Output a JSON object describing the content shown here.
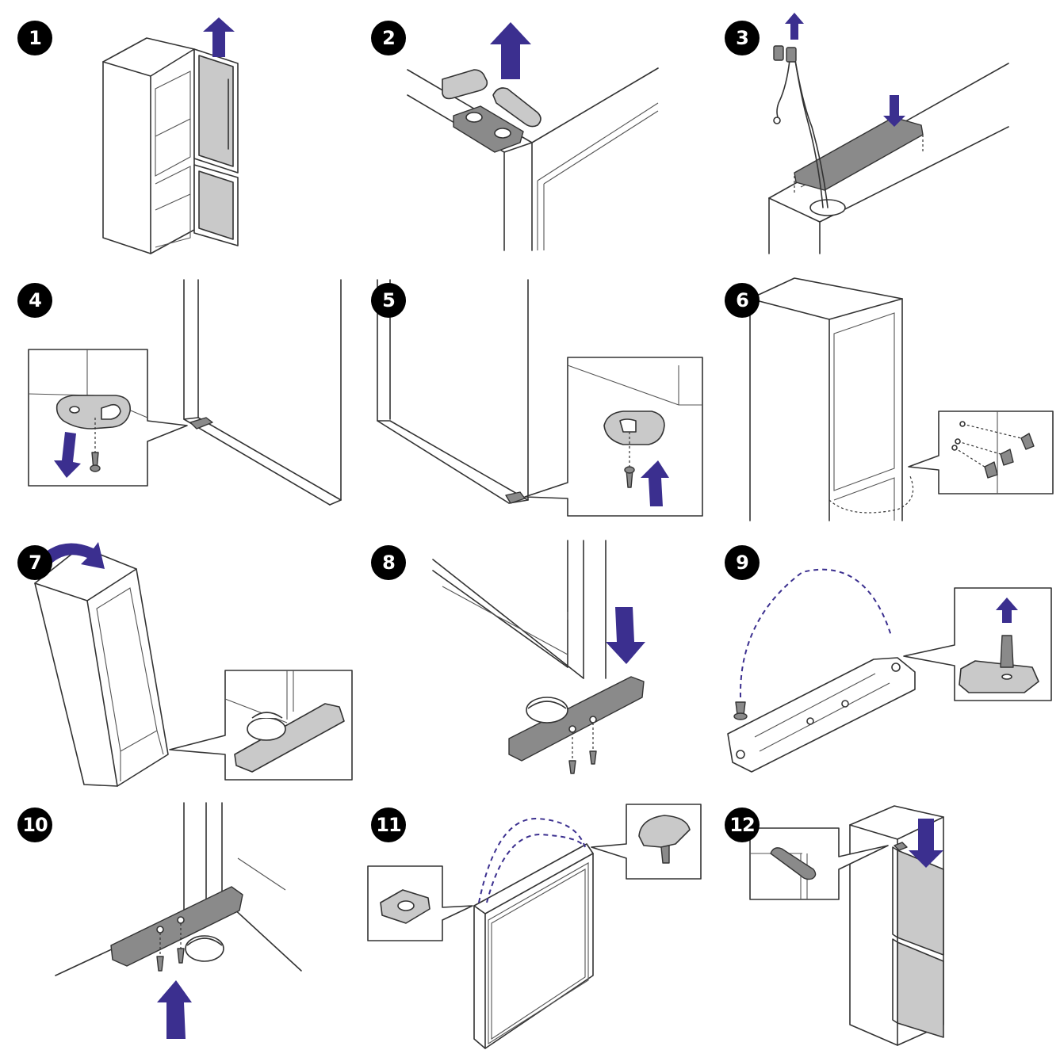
{
  "colors": {
    "accent_arrow": "#3b2f8f",
    "badge_bg": "#000000",
    "badge_text": "#ffffff",
    "part_gray": "#c9c9c9",
    "part_dark": "#8a8a8a",
    "line": "#333333"
  },
  "steps": [
    {
      "number": "1",
      "icon": "arrow-up-icon"
    },
    {
      "number": "2",
      "icon": "arrow-up-icon"
    },
    {
      "number": "3",
      "icon": "arrow-up-icon"
    },
    {
      "number": "4",
      "icon": "arrow-down-icon"
    },
    {
      "number": "5",
      "icon": "arrow-up-icon"
    },
    {
      "number": "6",
      "icon": "screw-icon"
    },
    {
      "number": "7",
      "icon": "rotate-arrow-icon"
    },
    {
      "number": "8",
      "icon": "arrow-down-icon"
    },
    {
      "number": "9",
      "icon": "arrow-up-icon"
    },
    {
      "number": "10",
      "icon": "arrow-up-icon"
    },
    {
      "number": "11",
      "icon": "dashed-arc-icon"
    },
    {
      "number": "12",
      "icon": "arrow-down-icon"
    }
  ]
}
